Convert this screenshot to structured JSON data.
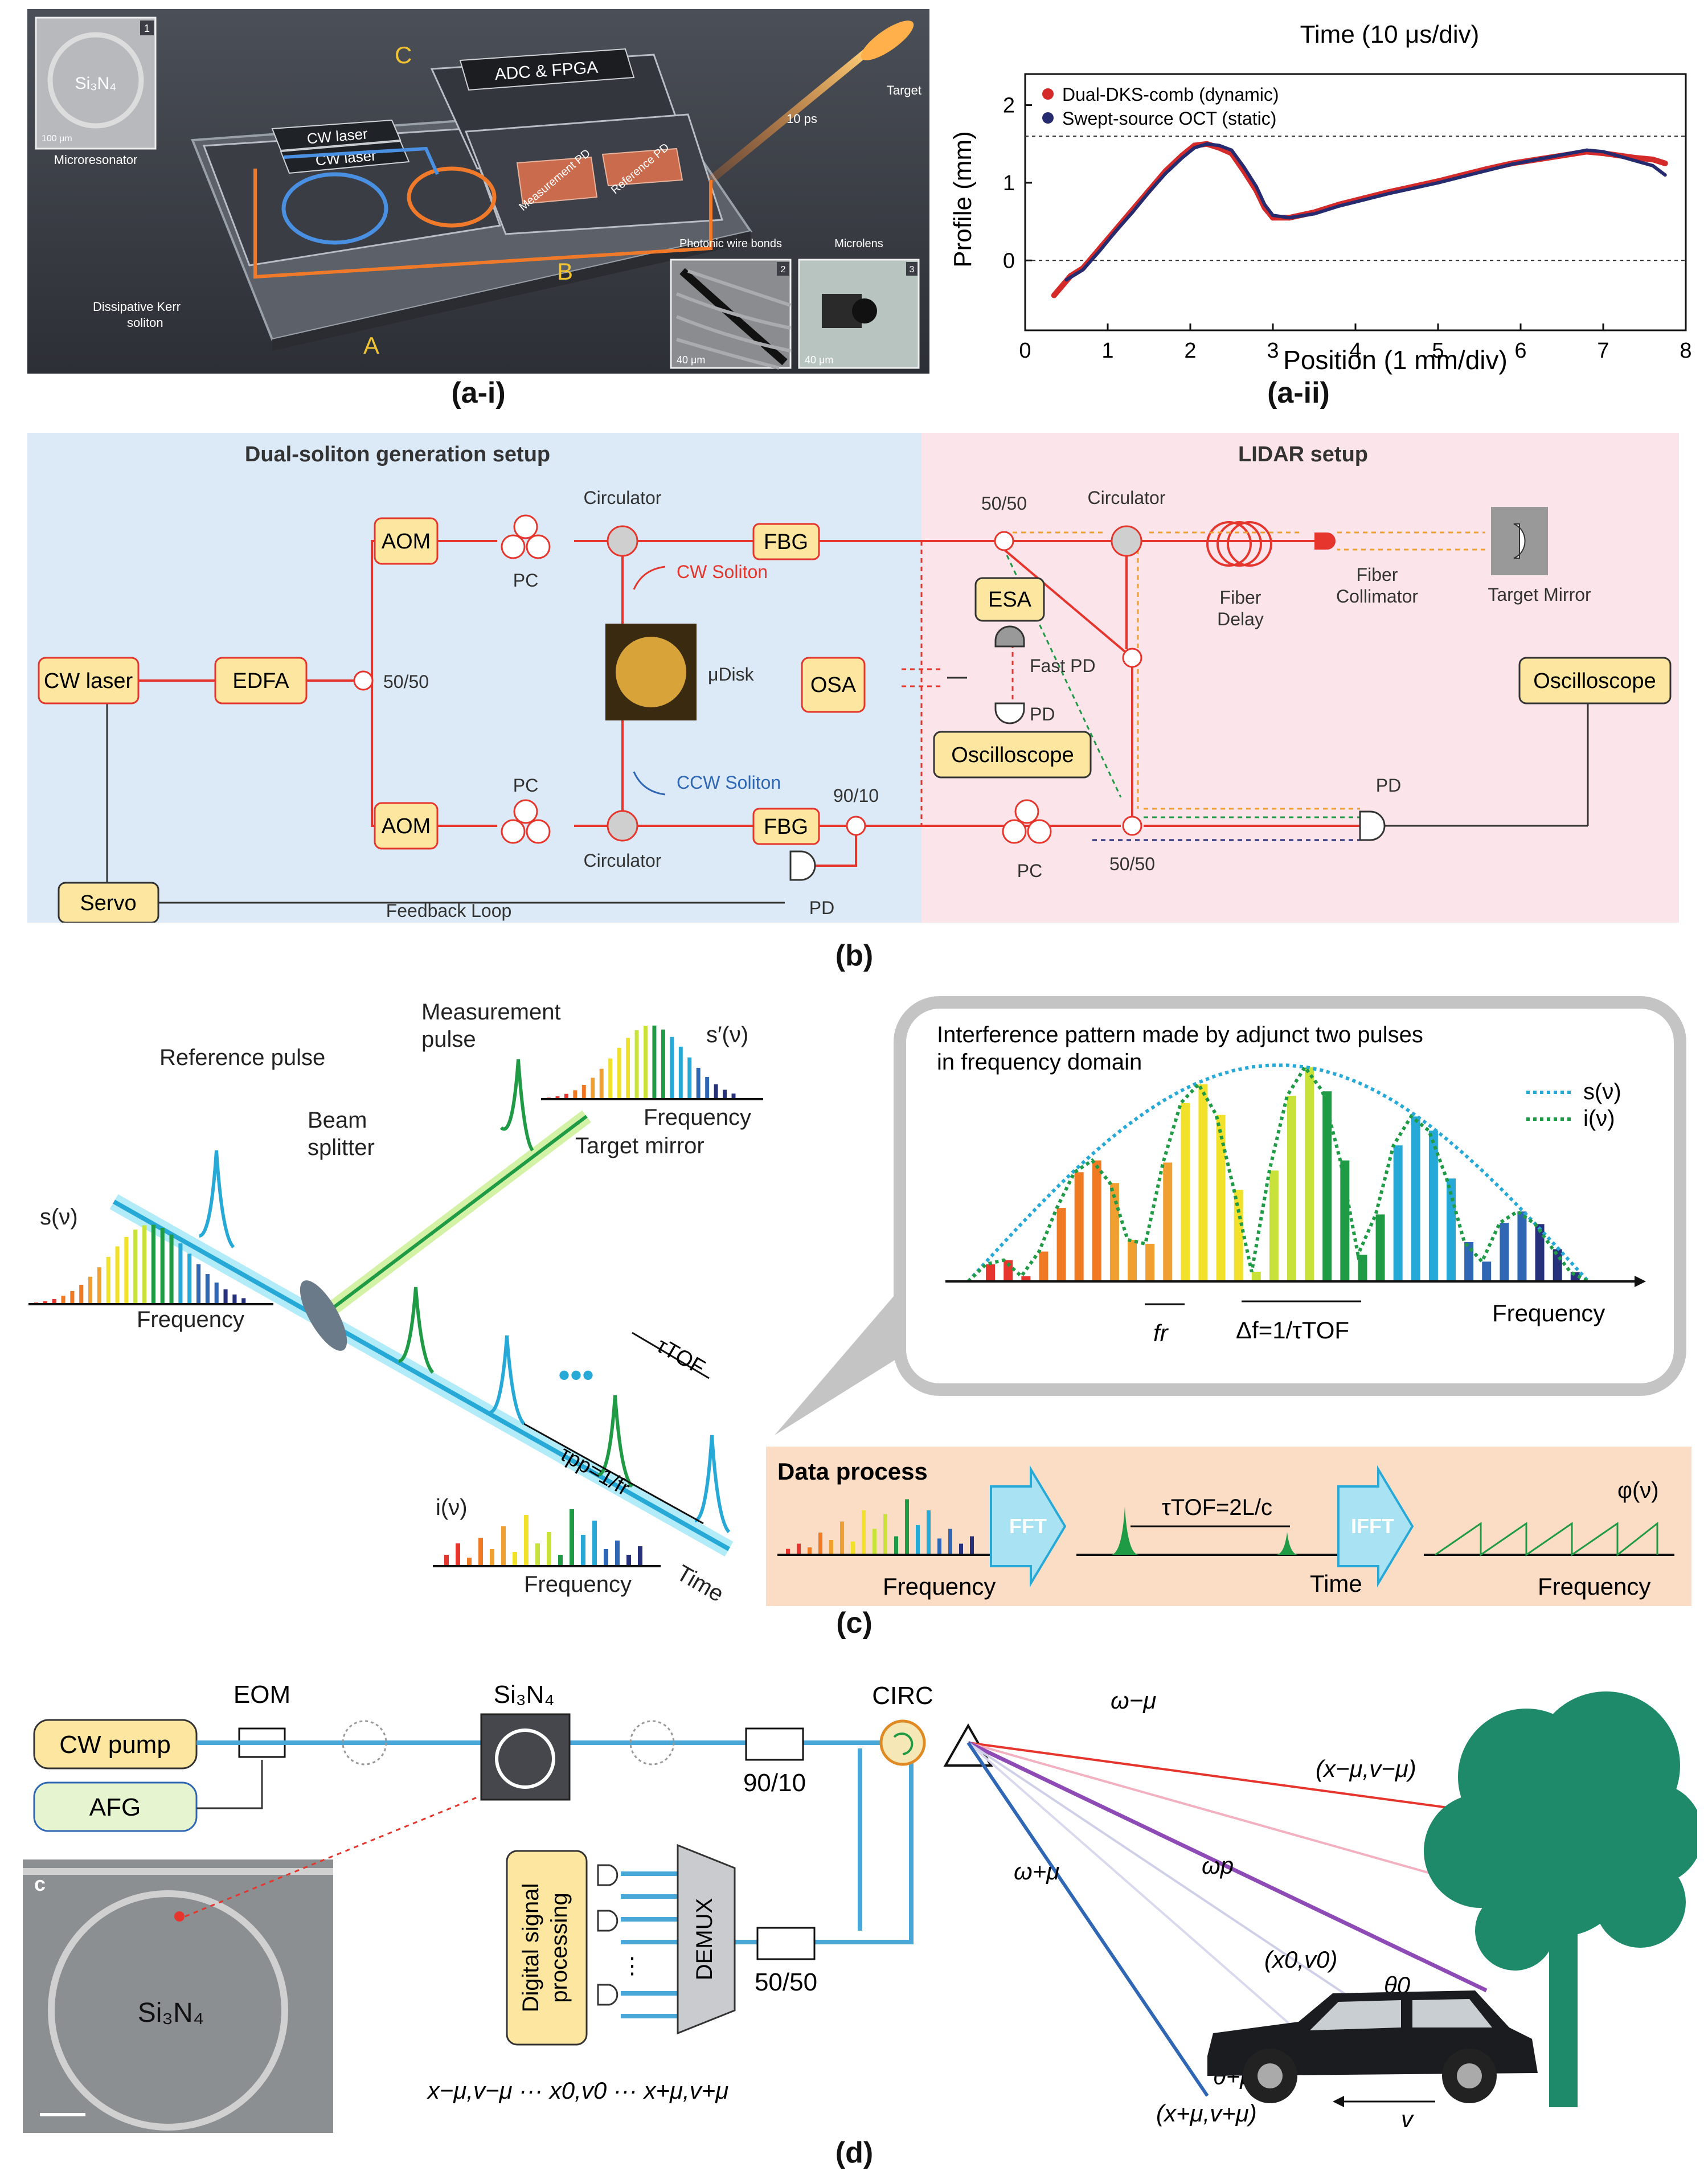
{
  "colors": {
    "red": "#e5352c",
    "blue": "#2f67b5",
    "navy": "#27307a",
    "green": "#1f9a45",
    "cyan": "#27a9d8",
    "yellow_box": "#fde7a0",
    "orange": "#f08a24",
    "teal": "#2d9b7a"
  },
  "panel_labels": {
    "ai": "(a-i)",
    "aii": "(a-ii)",
    "b": "(b)",
    "c": "(c)",
    "d": "(d)"
  },
  "a_i": {
    "chip_label": "Si₃N₄",
    "scale": "100 μm",
    "micro": "Microresonator",
    "badge1": "1",
    "badge2": "2",
    "badge3": "3",
    "cw1": "CW laser",
    "cw2": "CW laser",
    "adc": "ADC & FPGA",
    "meas_pd": "Measurement PD",
    "ref_pd": "Reference PD",
    "target": "Target",
    "pulse": "10 ps",
    "letter_a": "A",
    "letter_b": "B",
    "letter_c": "C",
    "soliton": "Dissipative Kerr soliton",
    "wire": "Photonic wire bonds",
    "lens": "Microlens",
    "s40a": "40 μm",
    "s40b": "40 μm"
  },
  "chart_data": {
    "type": "line",
    "title": "Time (10 μs/div)",
    "xlabel": "Position (1 mm/div)",
    "ylabel": "Profile (mm)",
    "xlim": [
      0,
      8
    ],
    "ylim": [
      -0.9,
      2.4
    ],
    "xticks": [
      "0",
      "1",
      "2",
      "3",
      "4",
      "5",
      "6",
      "7",
      "8"
    ],
    "yticks": [
      "0",
      "1",
      "2"
    ],
    "hlines": [
      0,
      1.6
    ],
    "series": [
      {
        "name": "Dual-DKS-comb (dynamic)",
        "color": "#d42a2a",
        "x": [
          0.35,
          0.55,
          0.7,
          0.9,
          1.1,
          1.3,
          1.5,
          1.7,
          1.9,
          2.05,
          2.2,
          2.35,
          2.5,
          2.65,
          2.8,
          2.9,
          3.0,
          3.2,
          3.5,
          3.8,
          4.1,
          4.4,
          4.7,
          5.0,
          5.3,
          5.6,
          5.9,
          6.2,
          6.5,
          6.8,
          7.0,
          7.2,
          7.4,
          7.6,
          7.75
        ],
        "y": [
          -0.45,
          -0.2,
          -0.1,
          0.15,
          0.4,
          0.65,
          0.9,
          1.15,
          1.35,
          1.48,
          1.5,
          1.45,
          1.38,
          1.15,
          0.9,
          0.68,
          0.55,
          0.55,
          0.62,
          0.72,
          0.8,
          0.88,
          0.95,
          1.02,
          1.1,
          1.18,
          1.25,
          1.3,
          1.35,
          1.4,
          1.38,
          1.35,
          1.32,
          1.3,
          1.25
        ]
      },
      {
        "name": "Swept-source OCT (static)",
        "color": "#262a6e",
        "x": [
          0.5,
          0.7,
          0.9,
          1.1,
          1.3,
          1.5,
          1.7,
          1.9,
          2.05,
          2.2,
          2.35,
          2.5,
          2.65,
          2.8,
          2.9,
          3.0,
          3.2,
          3.5,
          3.8,
          4.1,
          4.4,
          4.7,
          5.0,
          5.3,
          5.6,
          5.9,
          6.2,
          6.5,
          6.8,
          7.0,
          7.2,
          7.4,
          7.6,
          7.75
        ],
        "y": [
          -0.25,
          -0.12,
          0.12,
          0.38,
          0.62,
          0.88,
          1.12,
          1.32,
          1.45,
          1.5,
          1.48,
          1.42,
          1.2,
          0.95,
          0.72,
          0.58,
          0.55,
          0.6,
          0.7,
          0.78,
          0.86,
          0.93,
          1.0,
          1.08,
          1.16,
          1.24,
          1.3,
          1.36,
          1.42,
          1.4,
          1.34,
          1.28,
          1.22,
          1.1
        ]
      }
    ]
  },
  "b": {
    "left_title": "Dual-soliton generation setup",
    "right_title": "LIDAR setup",
    "cw_laser": "CW laser",
    "edfa": "EDFA",
    "aom1": "AOM",
    "aom2": "AOM",
    "servo": "Servo",
    "fbg1": "FBG",
    "fbg2": "FBG",
    "osa": "OSA",
    "esa": "ESA",
    "osc1": "Oscilloscope",
    "osc2": "Oscilloscope",
    "pc1": "PC",
    "pc2": "PC",
    "pc3": "PC",
    "circ1": "Circulator",
    "circ2": "Circulator",
    "circ3": "Circulator",
    "split_50": "50/50",
    "split_5050b": "50/50",
    "split_5050c": "50/50",
    "split_9010": "90/10",
    "cw_sol": "CW Soliton",
    "ccw_sol": "CCW Soliton",
    "udisk": "μDisk",
    "fast_pd": "Fast PD",
    "pd1": "PD",
    "pd2": "PD",
    "pd3": "PD",
    "feedback": "Feedback Loop",
    "fiber_delay": "Fiber Delay",
    "fiber_coll": "Fiber Collimator",
    "target_mirror": "Target Mirror"
  },
  "c": {
    "ref_pulse": "Reference pulse",
    "meas_pulse": "Measurement pulse",
    "beam_split": "Beam splitter",
    "target_mirror": "Target mirror",
    "s_v": "s(ν)",
    "sp_v": "s′(ν)",
    "i_v": "i(ν)",
    "freq": "Frequency",
    "time": "Time",
    "dots": "•••",
    "tau_tof": "τTOF",
    "tau_pp": "τpp=1/fr",
    "bubble_title": "Interference pattern made by adjunct two pulses in frequency domain",
    "leg_s": "s(ν)",
    "leg_i": "i(ν)",
    "fr": "fr",
    "df": "Δf=1/τTOF",
    "dp_title": "Data process",
    "fft": "FFT",
    "ifft": "IFFT",
    "tof_eq": "τTOF=2L/c",
    "phi": "φ(ν)",
    "dp_freq1": "Frequency",
    "dp_time": "Time",
    "dp_freq2": "Frequency"
  },
  "d": {
    "cw_pump": "CW pump",
    "afg": "AFG",
    "eom": "EOM",
    "si3n4": "Si₃N₄",
    "circ": "CIRC",
    "s9010": "90/10",
    "s5050": "50/50",
    "demux": "DEMUX",
    "dsp": "Digital signal processing",
    "inset_label": "c",
    "inset_chip": "Si₃N₄",
    "w_minus": "ω−μ",
    "w_plus": "ω+μ",
    "w_p": "ωp",
    "pt_minus": "(x−μ,v−μ)",
    "pt_0": "(x0,v0)",
    "pt_plus": "(x+μ,v+μ)",
    "theta0": "θ0",
    "theta_plus": "θ+μ",
    "v": "v",
    "seq": "x−μ,v−μ ··· x0,v0 ··· x+μ,v+μ"
  }
}
